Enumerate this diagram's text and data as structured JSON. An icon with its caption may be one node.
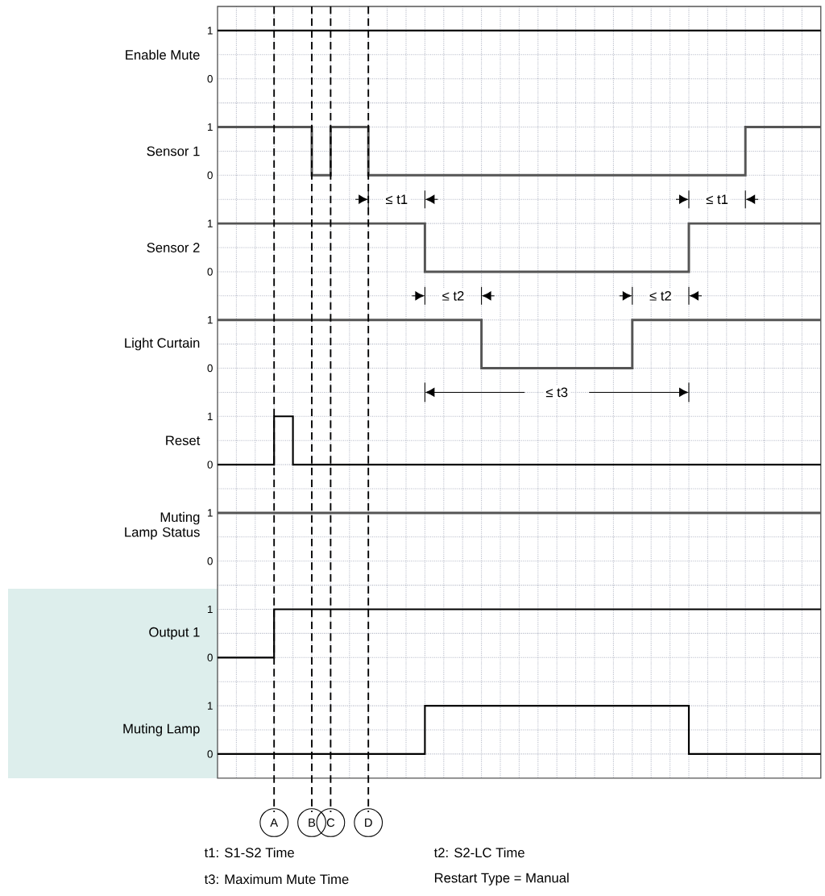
{
  "diagram": {
    "nodes": [
      {
        "text": [
          "A"
        ]
      },
      {
        "text": [
          "B"
        ]
      },
      {
        "text": [
          "C"
        ]
      },
      {
        "text": [
          "D"
        ]
      }
    ],
    "edges": [],
    "labels": [
      "Enable Mute",
      "1",
      "0",
      "Sensor 1",
      "1",
      "0",
      "≤ t1",
      "≤ t1",
      "Sensor 2",
      "1",
      "0",
      "≤ t2",
      "≤ t2",
      "Light Curtain",
      "1",
      "0",
      "≤ t3",
      "Reset",
      "1",
      "0",
      "Muting Lamp Status",
      "1",
      "0",
      "Output 1",
      "1",
      "0",
      "Muting Lamp",
      "1",
      "0",
      "t1: S1-S2 Time",
      "t2: S2-LC Time",
      "t3: Maximum Mute Time",
      "Restart Type = Manual"
    ]
  }
}
